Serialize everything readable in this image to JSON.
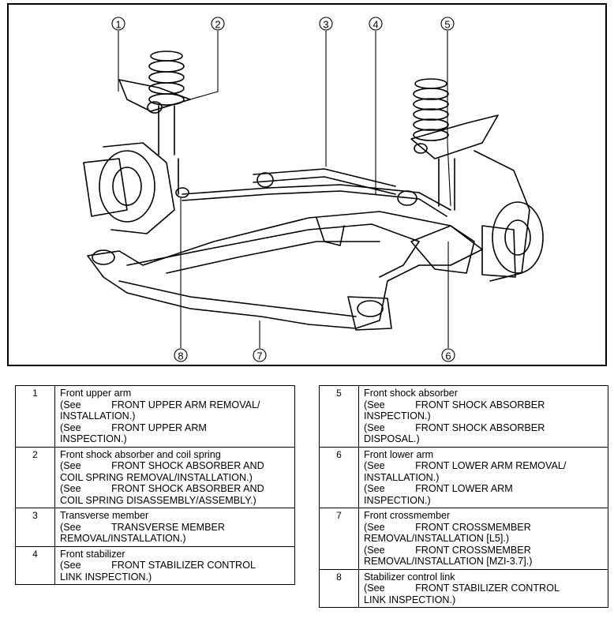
{
  "diagram": {
    "callouts": [
      "1",
      "2",
      "3",
      "4",
      "5",
      "6",
      "7",
      "8"
    ]
  },
  "legend": {
    "left": [
      {
        "num": "1",
        "lines": [
          "Front upper arm",
          "(See           FRONT UPPER ARM REMOVAL/",
          "INSTALLATION.)",
          "(See           FRONT UPPER ARM",
          "INSPECTION.)"
        ]
      },
      {
        "num": "2",
        "lines": [
          "Front shock absorber and coil spring",
          "(See           FRONT SHOCK ABSORBER AND",
          "COIL SPRING REMOVAL/INSTALLATION.)",
          "(See           FRONT SHOCK ABSORBER AND",
          "COIL SPRING DISASSEMBLY/ASSEMBLY.)"
        ]
      },
      {
        "num": "3",
        "lines": [
          "Transverse member",
          "(See           TRANSVERSE MEMBER",
          "REMOVAL/INSTALLATION.)"
        ]
      },
      {
        "num": "4",
        "lines": [
          "Front stabilizer",
          "(See           FRONT STABILIZER CONTROL",
          "LINK INSPECTION.)"
        ]
      }
    ],
    "right": [
      {
        "num": "5",
        "lines": [
          "Front shock absorber",
          "(See           FRONT SHOCK ABSORBER",
          "INSPECTION.)",
          "(See           FRONT SHOCK ABSORBER",
          "DISPOSAL.)"
        ]
      },
      {
        "num": "6",
        "lines": [
          "Front lower arm",
          "(See           FRONT LOWER ARM REMOVAL/",
          "INSTALLATION.)",
          "(See           FRONT LOWER ARM",
          "INSPECTION.)"
        ]
      },
      {
        "num": "7",
        "lines": [
          "Front crossmember",
          "(See           FRONT CROSSMEMBER",
          "REMOVAL/INSTALLATION [L5].)",
          "(See           FRONT CROSSMEMBER",
          "REMOVAL/INSTALLATION [MZI-3.7].)"
        ]
      },
      {
        "num": "8",
        "lines": [
          "Stabilizer control link",
          "(See           FRONT STABILIZER CONTROL",
          "LINK INSPECTION.)"
        ]
      }
    ]
  }
}
